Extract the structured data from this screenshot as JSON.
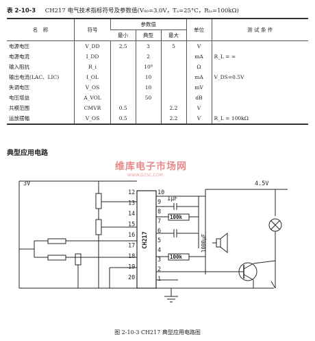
{
  "caption": {
    "label": "表 2-10-3",
    "title": "CH217 电气技术指标符号及参数值(V₀₀=3.0V，Tₐ=25°C，Rₗₐ=100kΩ)"
  },
  "table": {
    "headers": {
      "name": "名　称",
      "symbol": "符号",
      "params": "参数值",
      "min": "最小",
      "typ": "典型",
      "max": "最大",
      "unit": "单位",
      "cond": "测 试 条 件"
    },
    "rows": [
      {
        "name": "电源电压",
        "symbol": "V_DD",
        "min": "2.5",
        "typ": "3",
        "max": "5",
        "unit": "V",
        "cond": ""
      },
      {
        "name": "电源电流",
        "symbol": "I_DD",
        "min": "",
        "typ": "2",
        "max": "",
        "unit": "mA",
        "cond": "R_L = ∞"
      },
      {
        "name": "输入阻抗",
        "symbol": "R_i",
        "min": "",
        "typ": "10⁹",
        "max": "",
        "unit": "Ω",
        "cond": ""
      },
      {
        "name": "输出电流(LAC、LIC)",
        "symbol": "I_OL",
        "min": "",
        "typ": "10",
        "max": "",
        "unit": "mA",
        "cond": "V_DS=0.5V"
      },
      {
        "name": "失调电压",
        "symbol": "V_OS",
        "min": "",
        "typ": "10",
        "max": "",
        "unit": "mV",
        "cond": ""
      },
      {
        "name": "电压增益",
        "symbol": "A_VOL",
        "min": "",
        "typ": "50",
        "max": "",
        "unit": "dB",
        "cond": ""
      },
      {
        "name": "共模范围",
        "symbol": "CMVR",
        "min": "0.5",
        "typ": "",
        "max": "2.2",
        "unit": "V",
        "cond": ""
      },
      {
        "name": "运放摆幅",
        "symbol": "V_OS",
        "min": "0.5",
        "typ": "",
        "max": "2.2",
        "unit": "V",
        "cond": "R_L = 100kΩ"
      }
    ]
  },
  "section_title": "典型应用电路",
  "watermark": {
    "brand": "维库电子市场网",
    "url": "WWW.DZSC.COM"
  },
  "circuit": {
    "chip": "CH217",
    "supply_left": "3V",
    "supply_right": "4.5V",
    "cap_1uf": "1μF",
    "res_100k_a": "100k",
    "res_100k_b": "100k",
    "cap_1000uf": "1000μF",
    "left_pins": [
      "12",
      "13",
      "14",
      "15",
      "16",
      "17",
      "18",
      "19",
      "20"
    ],
    "right_pins": [
      "10",
      "9",
      "8",
      "7",
      "6",
      "5",
      "4",
      "3",
      "2",
      "1"
    ]
  },
  "figure_caption": "图 2-10-3  CH217 典型应用电路图"
}
